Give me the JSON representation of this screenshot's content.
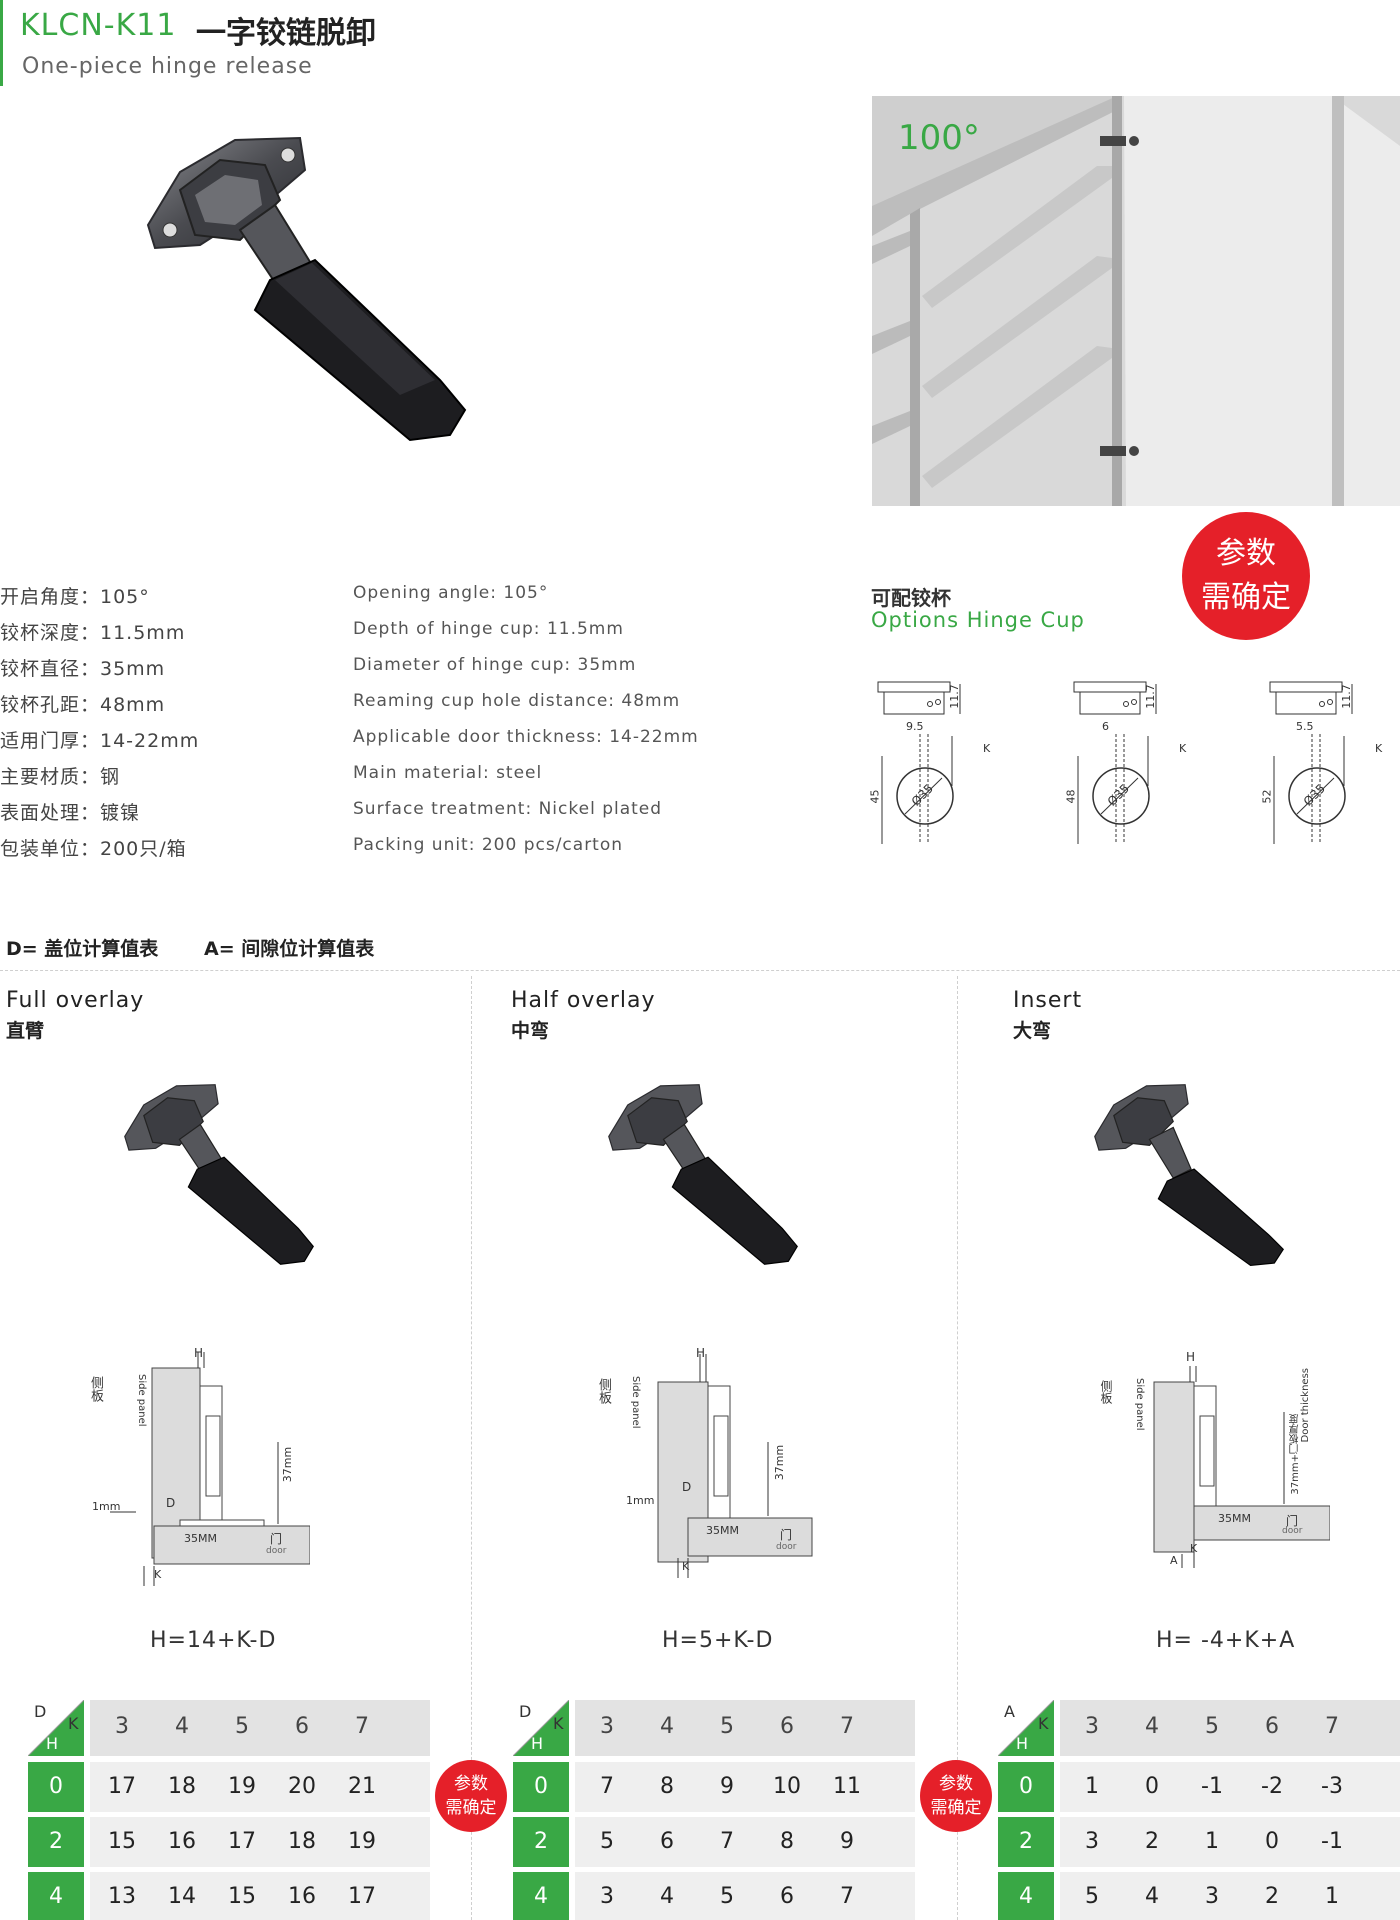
{
  "header": {
    "code": "KLCN-K11",
    "name_cn": "一字铰链脱卸",
    "subtitle": "One-piece hinge release"
  },
  "photo": {
    "angle": "100°"
  },
  "stamp": {
    "line1": "参数",
    "line2": "需确定"
  },
  "specs_cn": [
    "开启角度：105°",
    "铰杯深度：11.5mm",
    "铰杯直径：35mm",
    "铰杯孔距：48mm",
    "适用门厚：14-22mm",
    "主要材质：钢",
    "表面处理：镀镍",
    "包装单位：200只/箱"
  ],
  "specs_en": [
    "Opening angle: 105°",
    "Depth of hinge cup: 11.5mm",
    "Diameter of hinge cup: 35mm",
    "Reaming cup hole distance: 48mm",
    "Applicable door thickness: 14-22mm",
    "Main material: steel",
    "Surface treatment: Nickel plated",
    "Packing unit: 200 pcs/carton"
  ],
  "cup": {
    "title_cn": "可配铰杯",
    "title_en": "Options Hinge Cup",
    "variants": [
      {
        "depth": "11.7",
        "offset": "9.5",
        "distance": "45",
        "dia": "Ø35",
        "k": "K"
      },
      {
        "depth": "11.7",
        "offset": "6",
        "distance": "48",
        "dia": "Ø35",
        "k": "K"
      },
      {
        "depth": "11.7",
        "offset": "5.5",
        "distance": "52",
        "dia": "Ø35",
        "k": "K"
      }
    ]
  },
  "legend": {
    "d": "D= 盖位计算值表",
    "a": "A= 间隙位计算值表"
  },
  "diagram_labels": {
    "side_panel_cn": "侧板",
    "side_panel_en": "Side panel",
    "door_cn": "门",
    "door_en": "door",
    "mm1": "1mm",
    "mm35": "35MM",
    "mm37": "37mm",
    "door_thickness_cn": "37mm+门板厚度",
    "door_thickness_en": "Door thickness",
    "h": "H",
    "d": "D",
    "k": "K",
    "a": "A"
  },
  "columns": [
    {
      "title_en": "Full overlay",
      "title_cn": "直臂",
      "formula": "H=14+K-D",
      "corner_top": "D",
      "corner_k": "K",
      "corner_bottom": "H",
      "headers": [
        "3",
        "4",
        "5",
        "6",
        "7"
      ],
      "rows": [
        {
          "label": "0",
          "values": [
            "17",
            "18",
            "19",
            "20",
            "21"
          ]
        },
        {
          "label": "2",
          "values": [
            "15",
            "16",
            "17",
            "18",
            "19"
          ]
        },
        {
          "label": "4",
          "values": [
            "13",
            "14",
            "15",
            "16",
            "17"
          ]
        }
      ]
    },
    {
      "title_en": "Half overlay",
      "title_cn": "中弯",
      "formula": "H=5+K-D",
      "corner_top": "D",
      "corner_k": "K",
      "corner_bottom": "H",
      "headers": [
        "3",
        "4",
        "5",
        "6",
        "7"
      ],
      "rows": [
        {
          "label": "0",
          "values": [
            "7",
            "8",
            "9",
            "10",
            "11"
          ]
        },
        {
          "label": "2",
          "values": [
            "5",
            "6",
            "7",
            "8",
            "9"
          ]
        },
        {
          "label": "4",
          "values": [
            "3",
            "4",
            "5",
            "6",
            "7"
          ]
        }
      ]
    },
    {
      "title_en": "Insert",
      "title_cn": "大弯",
      "formula": "H= -4+K+A",
      "corner_top": "A",
      "corner_k": "K",
      "corner_bottom": "H",
      "headers": [
        "3",
        "4",
        "5",
        "6",
        "7"
      ],
      "rows": [
        {
          "label": "0",
          "values": [
            "1",
            "0",
            "-1",
            "-2",
            "-3"
          ]
        },
        {
          "label": "2",
          "values": [
            "3",
            "2",
            "1",
            "0",
            "-1"
          ]
        },
        {
          "label": "4",
          "values": [
            "5",
            "4",
            "3",
            "2",
            "1"
          ]
        }
      ]
    }
  ],
  "colors": {
    "accent": "#39a845",
    "stamp": "#e52029"
  }
}
